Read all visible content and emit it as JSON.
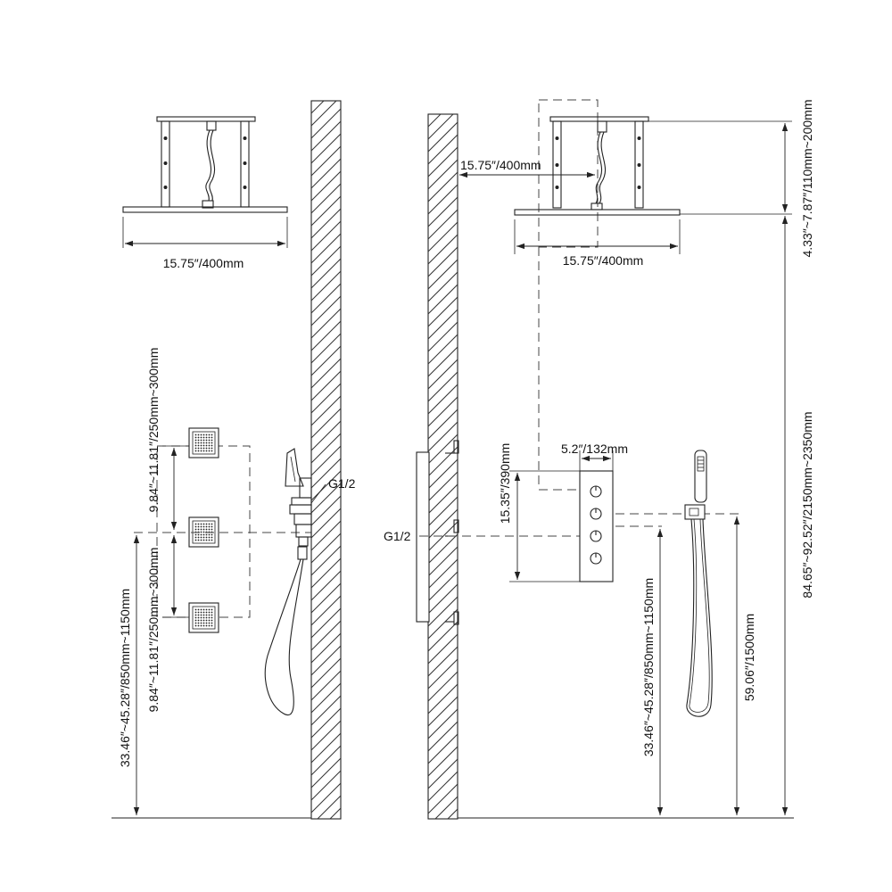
{
  "left_view": {
    "rain_head_width": "15.75″/400mm",
    "jet_spacing_upper": "9.84″~11.81″/250mm~300mm",
    "jet_spacing_lower": "9.84″~11.81″/250mm~300mm",
    "valve_height": "33.46″~45.28″/850mm~1150mm",
    "thread": "G1/2"
  },
  "right_view": {
    "wall_offset": "15.75″/400mm",
    "rain_head_width": "15.75″/400mm",
    "drop_length": "4.33″~7.87″/110mm~200mm",
    "panel_width": "5.2″/132mm",
    "panel_height": "15.35″/390mm",
    "thread": "G1/2",
    "valve_height": "33.46″~45.28″/850mm~1150mm",
    "handheld_height": "59.06″/1500mm",
    "ceiling_height": "84.65″~92.52″/2150mm~2350mm"
  }
}
